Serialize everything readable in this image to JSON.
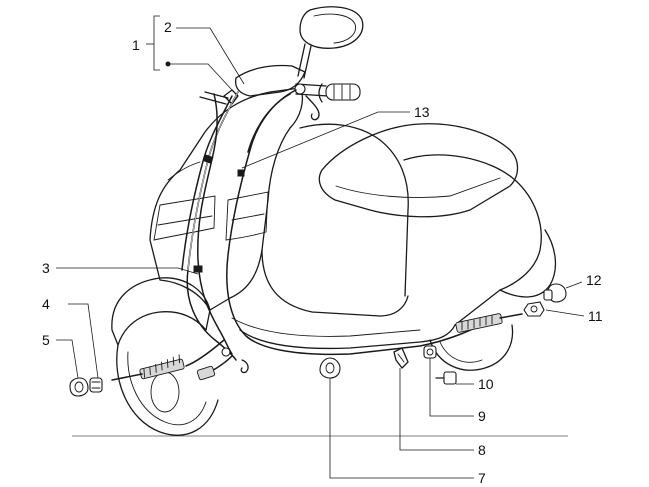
{
  "diagram": {
    "callouts": {
      "c1": "1",
      "c2": "2",
      "c3": "3",
      "c4": "4",
      "c5": "5",
      "c7": "7",
      "c8": "8",
      "c9": "9",
      "c10": "10",
      "c11": "11",
      "c12": "12",
      "c13": "13"
    }
  }
}
